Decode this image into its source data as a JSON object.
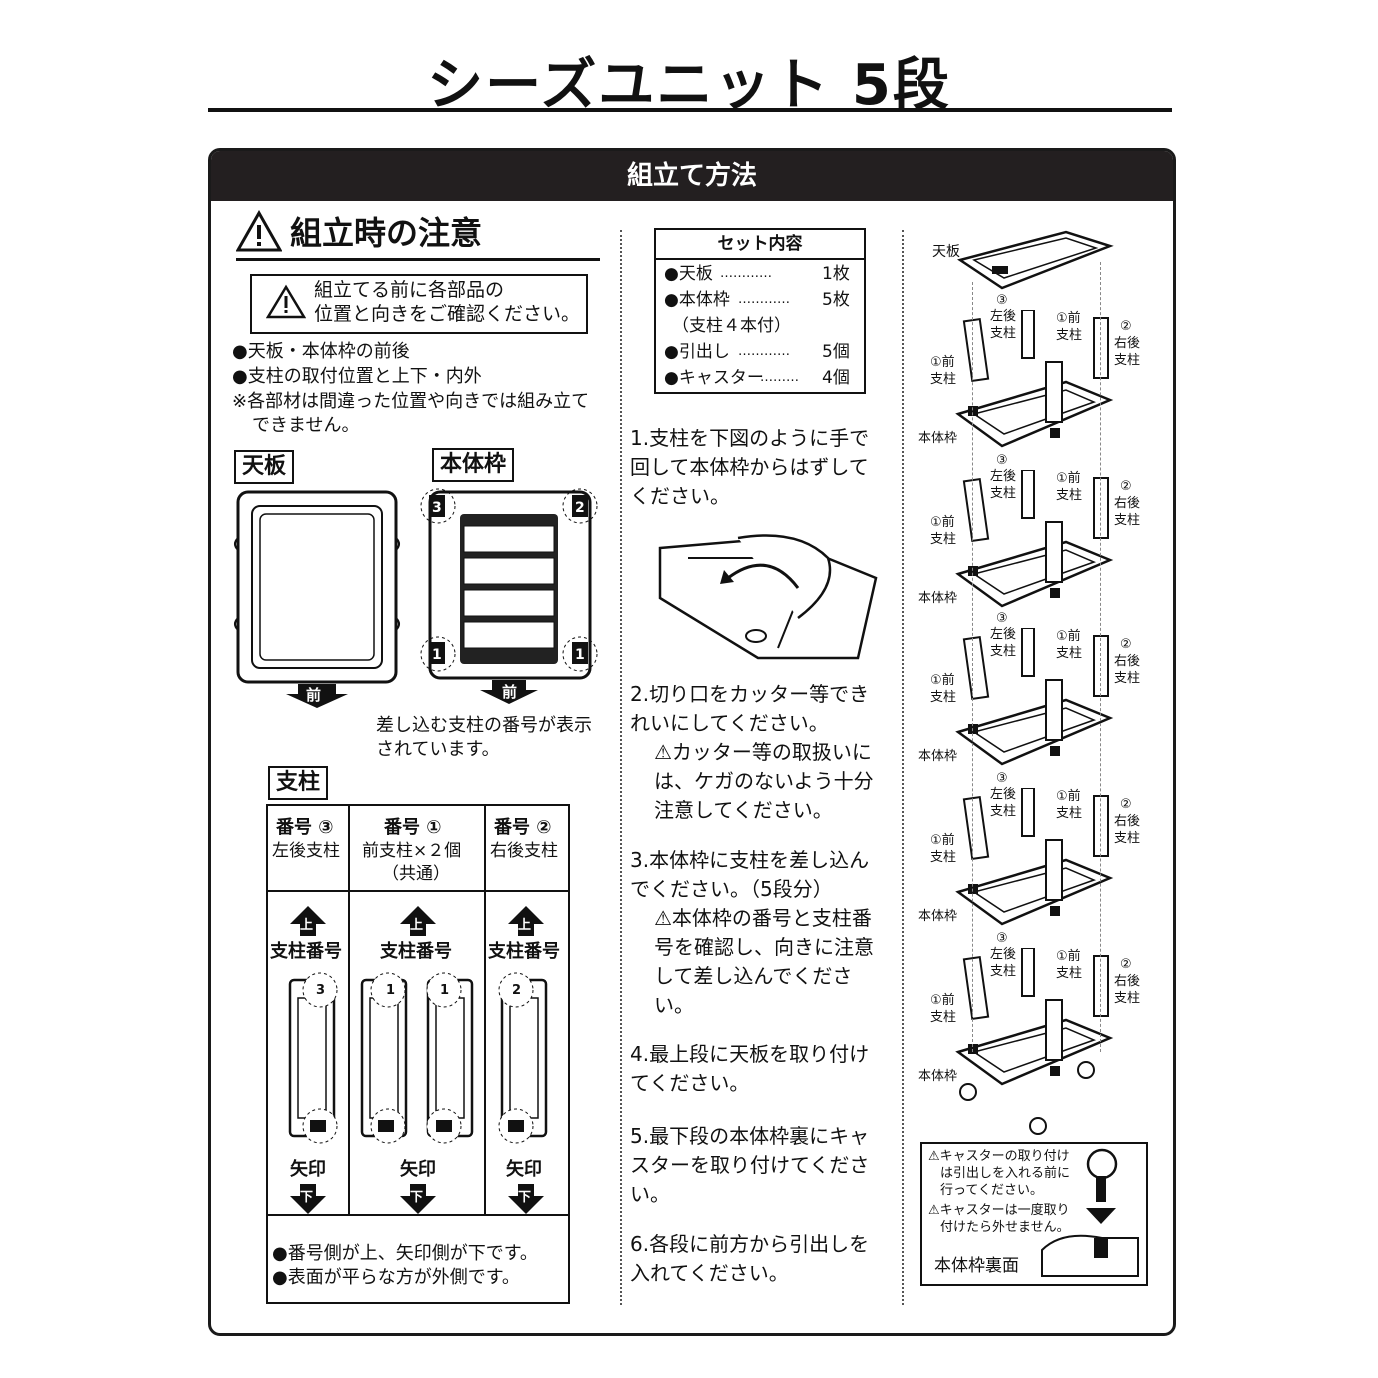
{
  "title": "シーズユニット 5段",
  "panel_header": "組立て方法",
  "caution": {
    "heading": "組立時の注意",
    "box_line1": "組立てる前に各部品の",
    "box_line2": "位置と向きをご確認ください。",
    "bullet1": "●天板・本体枠の前後",
    "bullet2": "●支柱の取付位置と上下・内外",
    "note_line1": "※各部材は間違った位置や向きでは組み立て",
    "note_line2": "できません。"
  },
  "tenban_label": "天板",
  "hontaiwaku_label": "本体枠",
  "front_label": "前",
  "frame_numbers": [
    "3",
    "2",
    "1",
    "1"
  ],
  "frame_note_line1": "差し込む支柱の番号が表示",
  "frame_note_line2": "されています。",
  "shichu": {
    "label": "支柱",
    "columns": [
      {
        "num": "番号 ③",
        "name": "左後支柱",
        "sub": ""
      },
      {
        "num": "番号 ①",
        "name": "前支柱×２個",
        "sub": "（共通）"
      },
      {
        "num": "番号 ②",
        "name": "右後支柱",
        "sub": ""
      }
    ],
    "up_label": "上",
    "number_label": "支柱番号",
    "arrow_label": "矢印",
    "down_label": "下",
    "post_numbers": [
      "3",
      "1",
      "1",
      "2"
    ],
    "footer1": "●番号側が上、矢印側が下です。",
    "footer2": "●表面が平らな方が外側です。"
  },
  "set_contents": {
    "title": "セット内容",
    "items": [
      {
        "name": "●天板",
        "dots": "…………",
        "qty": "1枚"
      },
      {
        "name": "●本体枠",
        "dots": "…………",
        "qty": "5枚"
      },
      {
        "name": "（支柱４本付）",
        "dots": "",
        "qty": ""
      },
      {
        "name": "●引出し",
        "dots": "…………",
        "qty": "5個"
      },
      {
        "name": "●キャスター",
        "dots": "………",
        "qty": "4個"
      }
    ]
  },
  "steps": [
    "1.支柱を下図のように手で回して本体枠からはずしてください。",
    "2.切り口をカッター等できれいにしてください。",
    "⚠カッター等の取扱いには、ケガのないよう十分注意してください。",
    "3.本体枠に支柱を差し込んでください。（5段分）",
    "⚠本体枠の番号と支柱番号を確認し、向きに注意して差し込んでください。",
    "4.最上段に天板を取り付けてください。",
    "5.最下段の本体枠裏にキャスターを取り付けてください。",
    "6.各段に前方から引出しを入れてください。"
  ],
  "assembly": {
    "top_label": "天板",
    "frame_label": "本体枠",
    "post3_num": "③",
    "post3_line1": "左後",
    "post3_line2": "支柱",
    "post1_num": "①前",
    "post1_line": "支柱",
    "post2_num": "②",
    "post2_line1": "右後",
    "post2_line2": "支柱"
  },
  "caster_box": {
    "note1_line1": "⚠キャスターの取り付け",
    "note1_line2": "は引出しを入れる前に",
    "note1_line3": "行ってください。",
    "note2_line1": "⚠キャスターは一度取り",
    "note2_line2": "付けたら外せません。",
    "label": "本体枠裏面"
  }
}
